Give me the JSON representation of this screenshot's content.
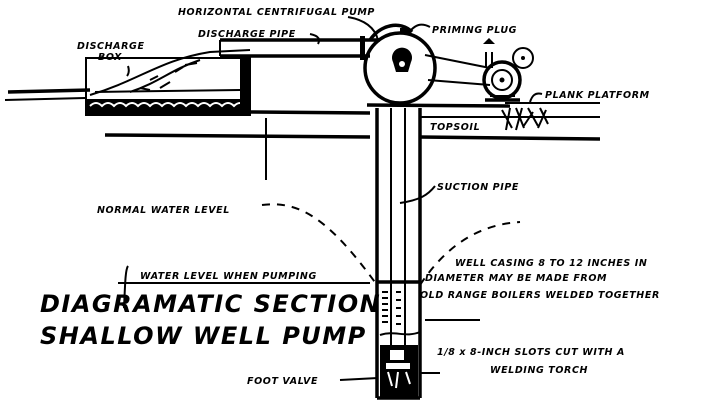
{
  "title": {
    "line1": "DIAGRAMATIC SECTION",
    "line2": "SHALLOW WELL PUMP"
  },
  "labels": {
    "horizontal_pump": "HORIZONTAL CENTRIFUGAL PUMP",
    "discharge_pipe": "DISCHARGE PIPE",
    "priming_plug": "PRIMING PLUG",
    "discharge_box_1": "DISCHARGE",
    "discharge_box_2": "BOX",
    "plank_platform": "PLANK PLATFORM",
    "topsoil": "TOPSOIL",
    "suction_pipe": "SUCTION PIPE",
    "normal_water_level": "NORMAL WATER LEVEL",
    "water_level_pumping": "WATER LEVEL WHEN PUMPING",
    "well_casing_1": "WELL CASING 8 TO 12  INCHES IN",
    "well_casing_2": "DIAMETER MAY BE MADE FROM",
    "well_casing_3": "OLD RANGE BOILERS WELDED TOGETHER",
    "slots_1": "1/8 x 8-INCH SLOTS CUT WITH A",
    "slots_2": "WELDING TORCH",
    "foot_valve": "FOOT VALVE"
  },
  "colors": {
    "ink": "#000000",
    "paper": "#ffffff"
  }
}
